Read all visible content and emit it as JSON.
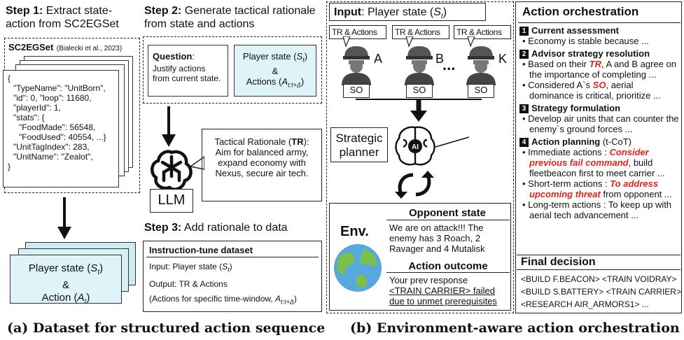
{
  "panel_a": {
    "step1": {
      "bold": "Step 1:",
      "text": " Extract state-action from SC2EGSet"
    },
    "step2": {
      "bold": "Step 2:",
      "text": " Generate tactical rationale from state and actions"
    },
    "step3": {
      "bold": "Step 3:",
      "text": " Add rationale to data"
    },
    "dataset_title": "SC2EGSet",
    "dataset_cite": "(Bialecki et al., 2023)",
    "json_lines": [
      "{",
      "\"TypeName\": \"UnitBorn\",",
      "\"id\": 0, \"loop\": 11680,",
      "\"playerId\": 1,",
      "\"stats\": {",
      "\"FoodMade\": 56548,",
      "\"FoodUsed\": 40554, ...}",
      "\"UnitTagIndex\": 283,",
      "\"UnitName\": \"Zealot\",",
      "}"
    ],
    "question_bold": "Question",
    "question_text": "Justify actions from current state.",
    "player_state": "Player state",
    "amp": "&",
    "actions": "Actions",
    "llm": "LLM",
    "tr_title_pre": "Tactical Rationale (",
    "tr_title_bold": "TR",
    "tr_title_post": "):",
    "tr_text": "Aim for balanced army, expand economy with Nexus, secure air tech.",
    "stack_state": "Player state",
    "stack_amp": "&",
    "stack_action": "Action",
    "instr_title": "Instruction-tune dataset",
    "instr_input": "Input: Player state",
    "instr_output": "Output: TR & Actions",
    "instr_actions": "(Actions for specific time-window,",
    "caption": "(a) Dataset for structured action sequence"
  },
  "panel_b": {
    "input_bold": "Input",
    "input_text": ": Player state",
    "bubble": "TR & Actions",
    "advisors": [
      "A",
      "B",
      "K"
    ],
    "ellipsis": "...",
    "so": "SO",
    "planner": "Strategic planner",
    "ai": "AI",
    "env": "Env.",
    "opp_title": "Opponent state",
    "opp_text": "We are on attack!!! The enemy has 3 Roach, 2 Ravager and 4 Mutalisk",
    "outcome_title": "Action outcome",
    "outcome_l1": "Your prev response",
    "outcome_l2": "<TRAIN CARRIER> failed",
    "outcome_l3": "due to unmet prerequisites",
    "orch_title": "Action orchestration",
    "s1_num": "1",
    "s1_title": "Current assessment",
    "s1_b1": "Economy is stable because ...",
    "s2_num": "2",
    "s2_title": "Advisor strategy resolution",
    "s2_b1_pre": "Based on their ",
    "s2_b1_red": "TR",
    "s2_b1_post": ", A and B agree on the importance of completing ...",
    "s2_b2_pre": "Considered A`s ",
    "s2_b2_red": "SO",
    "s2_b2_post": ", aerial dominance is critical, prioritize ...",
    "s3_num": "3",
    "s3_title": "Strategy formulation",
    "s3_b1": "Develop air units that can counter the enemy`s ground forces ...",
    "s4_num": "4",
    "s4_title": "Action planning",
    "s4_suffix": " (t-CoT)",
    "s4_b1_pre": "Immediate actions : ",
    "s4_b1_red": "Consider previous fail command",
    "s4_b1_post": ", build fleetbeacon first to meet carrier ...",
    "s4_b2_pre": "Short-term actions : ",
    "s4_b2_red": "To address upcoming threat",
    "s4_b2_post": " from opponent ...",
    "s4_b3": "Long-term actions : To keep up with aerial tech advancement ...",
    "final_title": "Final decision",
    "final_l1": "<BUILD F.BEACON> <TRAIN VOIDRAY>",
    "final_l2": "<BUILD S.BATTERY> <TRAIN CARRIER>",
    "final_l3": "<RESEARCH AIR_ARMORS1> ...",
    "caption": "(b) Environment-aware action orchestration"
  },
  "math": {
    "st": "S",
    "st_sub": "t",
    "at": "A",
    "at_sub": "t",
    "seq_sub": "t:t+Δ"
  }
}
